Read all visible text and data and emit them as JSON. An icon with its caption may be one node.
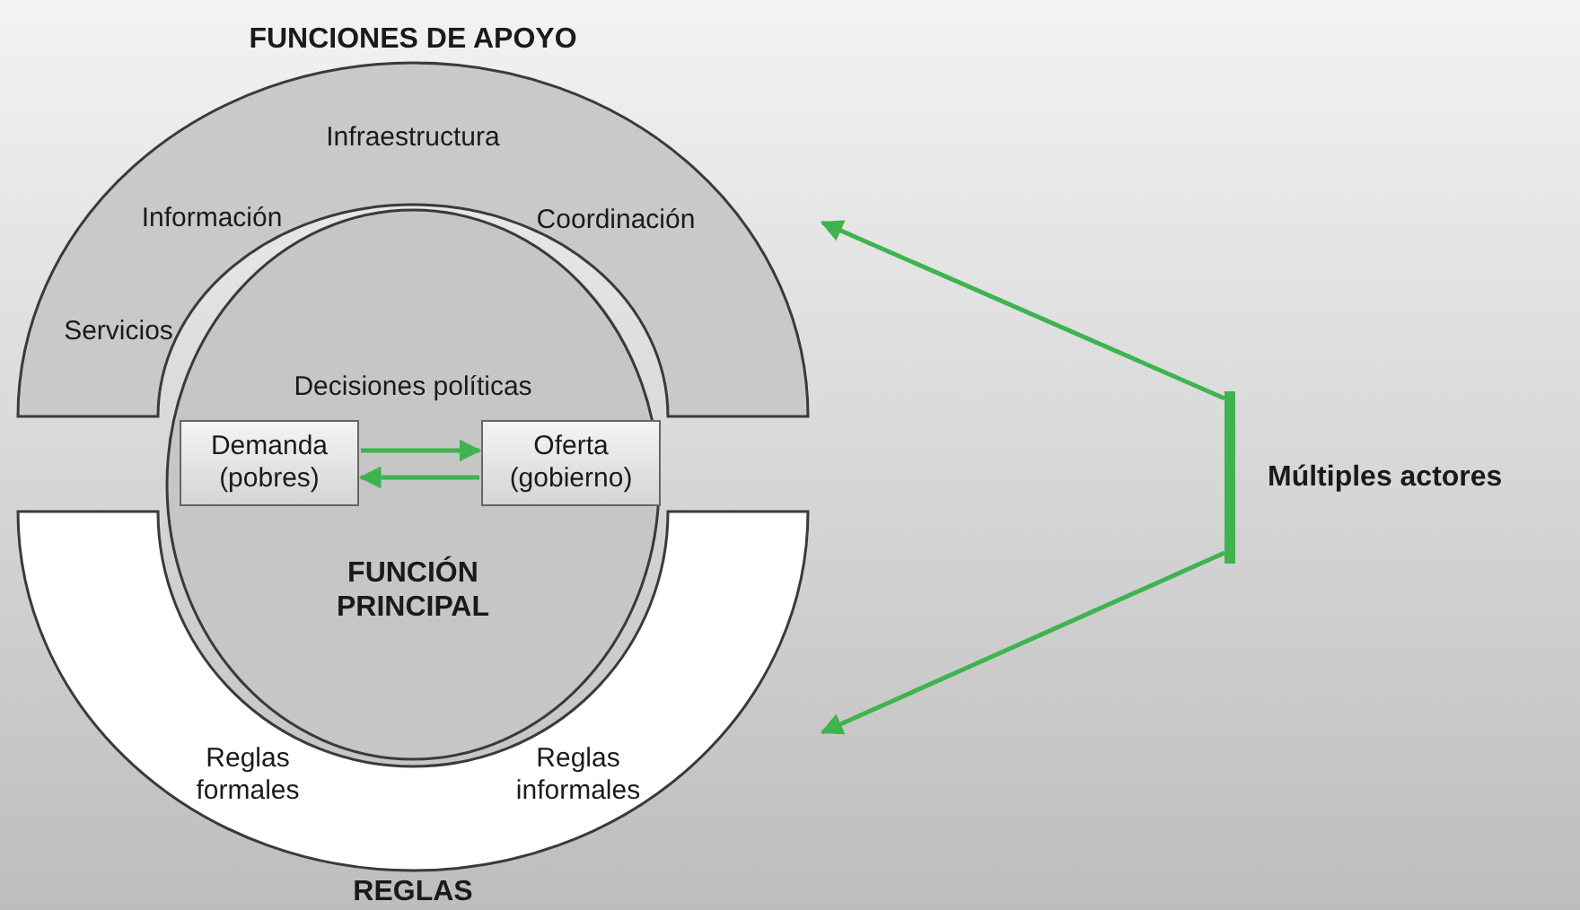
{
  "diagram": {
    "nodes": [
      {
        "text": [
          "FUNCIONES DE APOYO",
          "Infraestructura",
          "Información",
          "Coordinación",
          "Servicios"
        ]
      },
      {
        "text": [
          "Decisiones políticas",
          "FUNCIÓN PRINCIPAL"
        ]
      },
      {
        "text": [
          "Demanda (pobres)"
        ],
        "in": 1
      },
      {
        "text": [
          "Oferta (gobierno)"
        ],
        "in": 1
      },
      {
        "text": [
          "Reglas formales",
          "Reglas informales",
          "REGLAS"
        ]
      },
      {
        "text": [
          "Múltiples actores"
        ]
      }
    ],
    "edges": [
      {
        "from": 2,
        "to": 3,
        "arrow": "to"
      },
      {
        "from": 3,
        "to": 2,
        "arrow": "to"
      },
      {
        "from": 5,
        "to": 0,
        "arrow": "to"
      },
      {
        "from": 5,
        "to": 4,
        "arrow": "to"
      }
    ]
  }
}
